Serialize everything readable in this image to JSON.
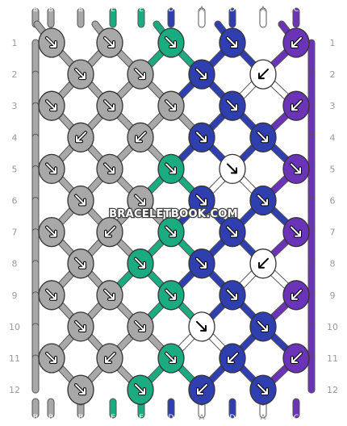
{
  "watermark": "BRACELETBOOK.COM",
  "colors": {
    "A": "#ffffff",
    "B": "#a8a8a8",
    "C": "#6a33b8",
    "D": "#2f3fb0",
    "E": "#1aab80"
  },
  "strings_top": [
    "B",
    "B",
    "B",
    "E",
    "E",
    "D",
    "A",
    "D",
    "A",
    "C"
  ],
  "strings_bottom": [
    "B",
    "B",
    "B",
    "E",
    "E",
    "D",
    "A",
    "D",
    "A",
    "C"
  ],
  "rows": [
    {
      "label": "1",
      "knots": [
        [
          "B",
          "BR"
        ],
        [
          "B",
          "BR"
        ],
        [
          "E",
          "BR"
        ],
        [
          "D",
          "BR"
        ],
        [
          "C",
          "BL"
        ]
      ]
    },
    {
      "label": "2",
      "knots": [
        [
          "B",
          "BR"
        ],
        [
          "B",
          "BR"
        ],
        [
          "D",
          "BR"
        ],
        [
          "A",
          "BL"
        ]
      ]
    },
    {
      "label": "3",
      "knots": [
        [
          "B",
          "BR"
        ],
        [
          "B",
          "BR"
        ],
        [
          "B",
          "BR"
        ],
        [
          "D",
          "BR"
        ],
        [
          "C",
          "BL"
        ]
      ]
    },
    {
      "label": "4",
      "knots": [
        [
          "B",
          "BL"
        ],
        [
          "B",
          "BL"
        ],
        [
          "D",
          "BR"
        ],
        [
          "D",
          "BR"
        ]
      ]
    },
    {
      "label": "5",
      "knots": [
        [
          "B",
          "BR"
        ],
        [
          "B",
          "BR"
        ],
        [
          "E",
          "BR"
        ],
        [
          "A",
          "BR"
        ],
        [
          "C",
          "BR"
        ]
      ]
    },
    {
      "label": "6",
      "knots": [
        [
          "B",
          "BR"
        ],
        [
          "B",
          "BR"
        ],
        [
          "D",
          "BR"
        ],
        [
          "D",
          "BR"
        ]
      ]
    },
    {
      "label": "7",
      "knots": [
        [
          "B",
          "BR"
        ],
        [
          "B",
          "BL"
        ],
        [
          "E",
          "BR"
        ],
        [
          "D",
          "BR"
        ],
        [
          "C",
          "BR"
        ]
      ]
    },
    {
      "label": "8",
      "knots": [
        [
          "B",
          "BR"
        ],
        [
          "E",
          "BR"
        ],
        [
          "D",
          "BR"
        ],
        [
          "A",
          "BL"
        ]
      ]
    },
    {
      "label": "9",
      "knots": [
        [
          "B",
          "BR"
        ],
        [
          "B",
          "BR"
        ],
        [
          "E",
          "BR"
        ],
        [
          "D",
          "BR"
        ],
        [
          "C",
          "BL"
        ]
      ]
    },
    {
      "label": "10",
      "knots": [
        [
          "B",
          "BR"
        ],
        [
          "B",
          "BR"
        ],
        [
          "A",
          "BR"
        ],
        [
          "D",
          "BR"
        ]
      ]
    },
    {
      "label": "11",
      "knots": [
        [
          "B",
          "BR"
        ],
        [
          "B",
          "BL"
        ],
        [
          "E",
          "BR"
        ],
        [
          "D",
          "BL"
        ],
        [
          "C",
          "BL"
        ]
      ]
    },
    {
      "label": "12",
      "knots": [
        [
          "B",
          "BR"
        ],
        [
          "E",
          "BR"
        ],
        [
          "D",
          "BL"
        ],
        [
          "D",
          "BR"
        ]
      ]
    }
  ]
}
